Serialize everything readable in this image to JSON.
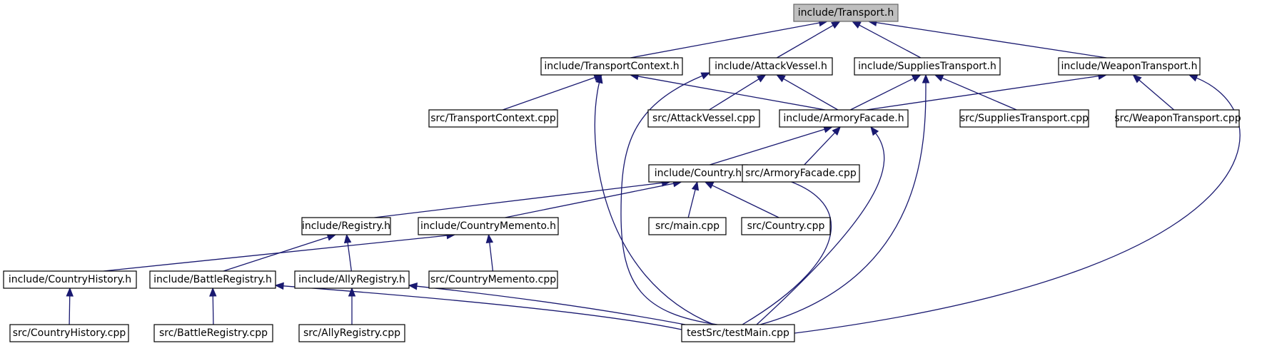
{
  "nodes": [
    {
      "id": "transport_h",
      "label": "include/Transport.h",
      "root": true
    },
    {
      "id": "transportcontext_h",
      "label": "include/TransportContext.h"
    },
    {
      "id": "attackvessel_h",
      "label": "include/AttackVessel.h"
    },
    {
      "id": "suppliestransport_h",
      "label": "include/SuppliesTransport.h"
    },
    {
      "id": "weapontransport_h",
      "label": "include/WeaponTransport.h"
    },
    {
      "id": "transportcontext_cpp",
      "label": "src/TransportContext.cpp"
    },
    {
      "id": "attackvessel_cpp",
      "label": "src/AttackVessel.cpp"
    },
    {
      "id": "armoryfacade_h",
      "label": "include/ArmoryFacade.h"
    },
    {
      "id": "suppliestransport_cpp",
      "label": "src/SuppliesTransport.cpp"
    },
    {
      "id": "weapontransport_cpp",
      "label": "src/WeaponTransport.cpp"
    },
    {
      "id": "country_h",
      "label": "include/Country.h"
    },
    {
      "id": "armoryfacade_cpp",
      "label": "src/ArmoryFacade.cpp"
    },
    {
      "id": "registry_h",
      "label": "include/Registry.h"
    },
    {
      "id": "countrymemento_h",
      "label": "include/CountryMemento.h"
    },
    {
      "id": "main_cpp",
      "label": "src/main.cpp"
    },
    {
      "id": "country_cpp",
      "label": "src/Country.cpp"
    },
    {
      "id": "countryhistory_h",
      "label": "include/CountryHistory.h"
    },
    {
      "id": "battleregistry_h",
      "label": "include/BattleRegistry.h"
    },
    {
      "id": "allyregistry_h",
      "label": "include/AllyRegistry.h"
    },
    {
      "id": "countrymemento_cpp",
      "label": "src/CountryMemento.cpp"
    },
    {
      "id": "countryhistory_cpp",
      "label": "src/CountryHistory.cpp"
    },
    {
      "id": "battleregistry_cpp",
      "label": "src/BattleRegistry.cpp"
    },
    {
      "id": "allyregistry_cpp",
      "label": "src/AllyRegistry.cpp"
    },
    {
      "id": "testmain_cpp",
      "label": "testSrc/testMain.cpp"
    }
  ],
  "edges": [
    {
      "from": "transport_h",
      "to": "transportcontext_h"
    },
    {
      "from": "transport_h",
      "to": "attackvessel_h"
    },
    {
      "from": "transport_h",
      "to": "suppliestransport_h"
    },
    {
      "from": "transport_h",
      "to": "weapontransport_h"
    },
    {
      "from": "transportcontext_h",
      "to": "transportcontext_cpp"
    },
    {
      "from": "transportcontext_h",
      "to": "armoryfacade_h"
    },
    {
      "from": "transportcontext_h",
      "to": "testmain_cpp"
    },
    {
      "from": "attackvessel_h",
      "to": "attackvessel_cpp"
    },
    {
      "from": "attackvessel_h",
      "to": "armoryfacade_h"
    },
    {
      "from": "attackvessel_h",
      "to": "testmain_cpp"
    },
    {
      "from": "suppliestransport_h",
      "to": "armoryfacade_h"
    },
    {
      "from": "suppliestransport_h",
      "to": "suppliestransport_cpp"
    },
    {
      "from": "suppliestransport_h",
      "to": "testmain_cpp"
    },
    {
      "from": "weapontransport_h",
      "to": "armoryfacade_h"
    },
    {
      "from": "weapontransport_h",
      "to": "weapontransport_cpp"
    },
    {
      "from": "weapontransport_h",
      "to": "testmain_cpp"
    },
    {
      "from": "armoryfacade_h",
      "to": "country_h"
    },
    {
      "from": "armoryfacade_h",
      "to": "armoryfacade_cpp"
    },
    {
      "from": "armoryfacade_h",
      "to": "testmain_cpp"
    },
    {
      "from": "country_h",
      "to": "registry_h"
    },
    {
      "from": "country_h",
      "to": "countrymemento_h"
    },
    {
      "from": "country_h",
      "to": "main_cpp"
    },
    {
      "from": "country_h",
      "to": "country_cpp"
    },
    {
      "from": "country_h",
      "to": "testmain_cpp"
    },
    {
      "from": "registry_h",
      "to": "battleregistry_h"
    },
    {
      "from": "registry_h",
      "to": "allyregistry_h"
    },
    {
      "from": "countrymemento_h",
      "to": "countryhistory_h"
    },
    {
      "from": "countrymemento_h",
      "to": "countrymemento_cpp"
    },
    {
      "from": "countryhistory_h",
      "to": "countryhistory_cpp"
    },
    {
      "from": "battleregistry_h",
      "to": "battleregistry_cpp"
    },
    {
      "from": "battleregistry_h",
      "to": "testmain_cpp"
    },
    {
      "from": "allyregistry_h",
      "to": "allyregistry_cpp"
    },
    {
      "from": "allyregistry_h",
      "to": "testmain_cpp"
    }
  ]
}
